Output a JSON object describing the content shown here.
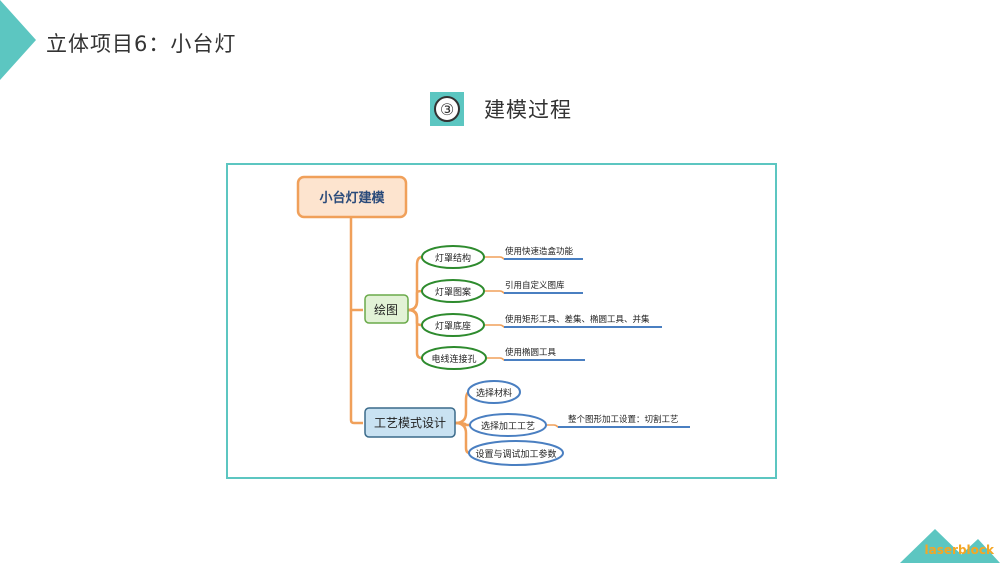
{
  "slide": {
    "title": "立体项目6：小台灯",
    "section_number": "③",
    "section_title": "建模过程"
  },
  "mindmap": {
    "root": "小台灯建模",
    "branch1": {
      "label": "绘图",
      "children": [
        {
          "label": "灯罩结构",
          "note": "使用快速造盒功能"
        },
        {
          "label": "灯罩图案",
          "note": "引用自定义图库"
        },
        {
          "label": "灯罩底座",
          "note": "使用矩形工具、差集、椭圆工具、并集"
        },
        {
          "label": "电线连接孔",
          "note": "使用椭圆工具"
        }
      ]
    },
    "branch2": {
      "label": "工艺模式设计",
      "children": [
        {
          "label": "选择材料",
          "note": ""
        },
        {
          "label": "选择加工工艺",
          "note": "整个图形加工设置：切割工艺"
        },
        {
          "label": "设置与调试加工参数",
          "note": ""
        }
      ]
    }
  },
  "logo": {
    "text": "laserblock"
  },
  "colors": {
    "accent": "#5cc6c1",
    "orange": "#f0a05a",
    "green": "#2e8b2e",
    "blue": "#4a7fc1"
  }
}
